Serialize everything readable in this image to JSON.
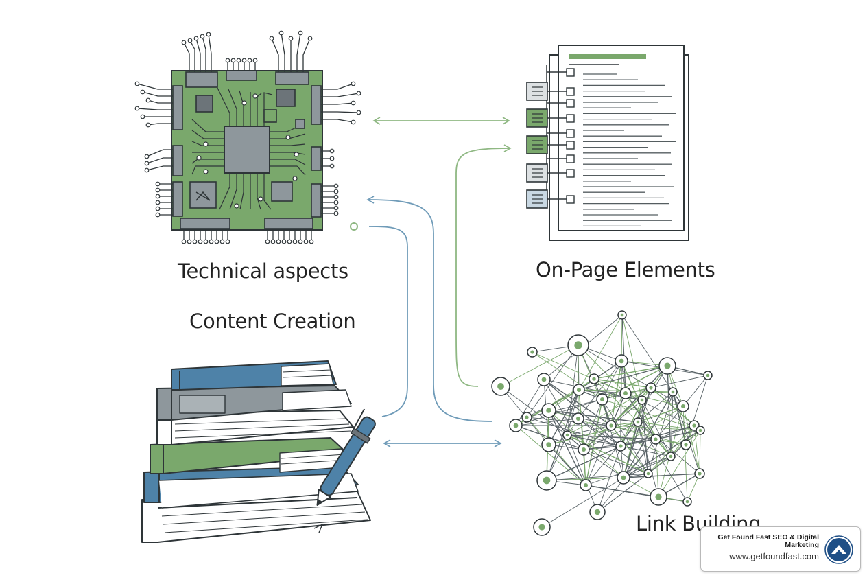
{
  "diagram": {
    "nodes": [
      {
        "id": "technical",
        "label": "Technical aspects"
      },
      {
        "id": "onpage",
        "label": "On-Page Elements"
      },
      {
        "id": "content",
        "label": "Content Creation"
      },
      {
        "id": "links",
        "label": "Link Building"
      }
    ],
    "edges": [
      {
        "from": "technical",
        "to": "onpage",
        "direction": "both"
      },
      {
        "from": "links",
        "to": "onpage",
        "direction": "to"
      },
      {
        "from": "links",
        "to": "technical",
        "direction": "to"
      },
      {
        "from": "content",
        "to": "technical",
        "direction": "to"
      },
      {
        "from": "content",
        "to": "links",
        "direction": "both"
      }
    ]
  },
  "brand": {
    "name": "Get Found Fast SEO & Digital Marketing",
    "url": "www.getfoundfast.com"
  },
  "colors": {
    "green": "#7aa86c",
    "green_dark": "#5e8d52",
    "blue": "#4e82a8",
    "gray": "#8e979c",
    "line": "#2e3538",
    "arrow_green": "#8fb883",
    "arrow_blue": "#6f9bb8",
    "badge_logo": "#1f4f86"
  },
  "icons": {
    "technical": "circuit-board-icon",
    "onpage": "document-checklist-icon",
    "content": "books-with-pen-icon",
    "links": "network-graph-icon",
    "brand": "chevron-up-logo-icon"
  }
}
